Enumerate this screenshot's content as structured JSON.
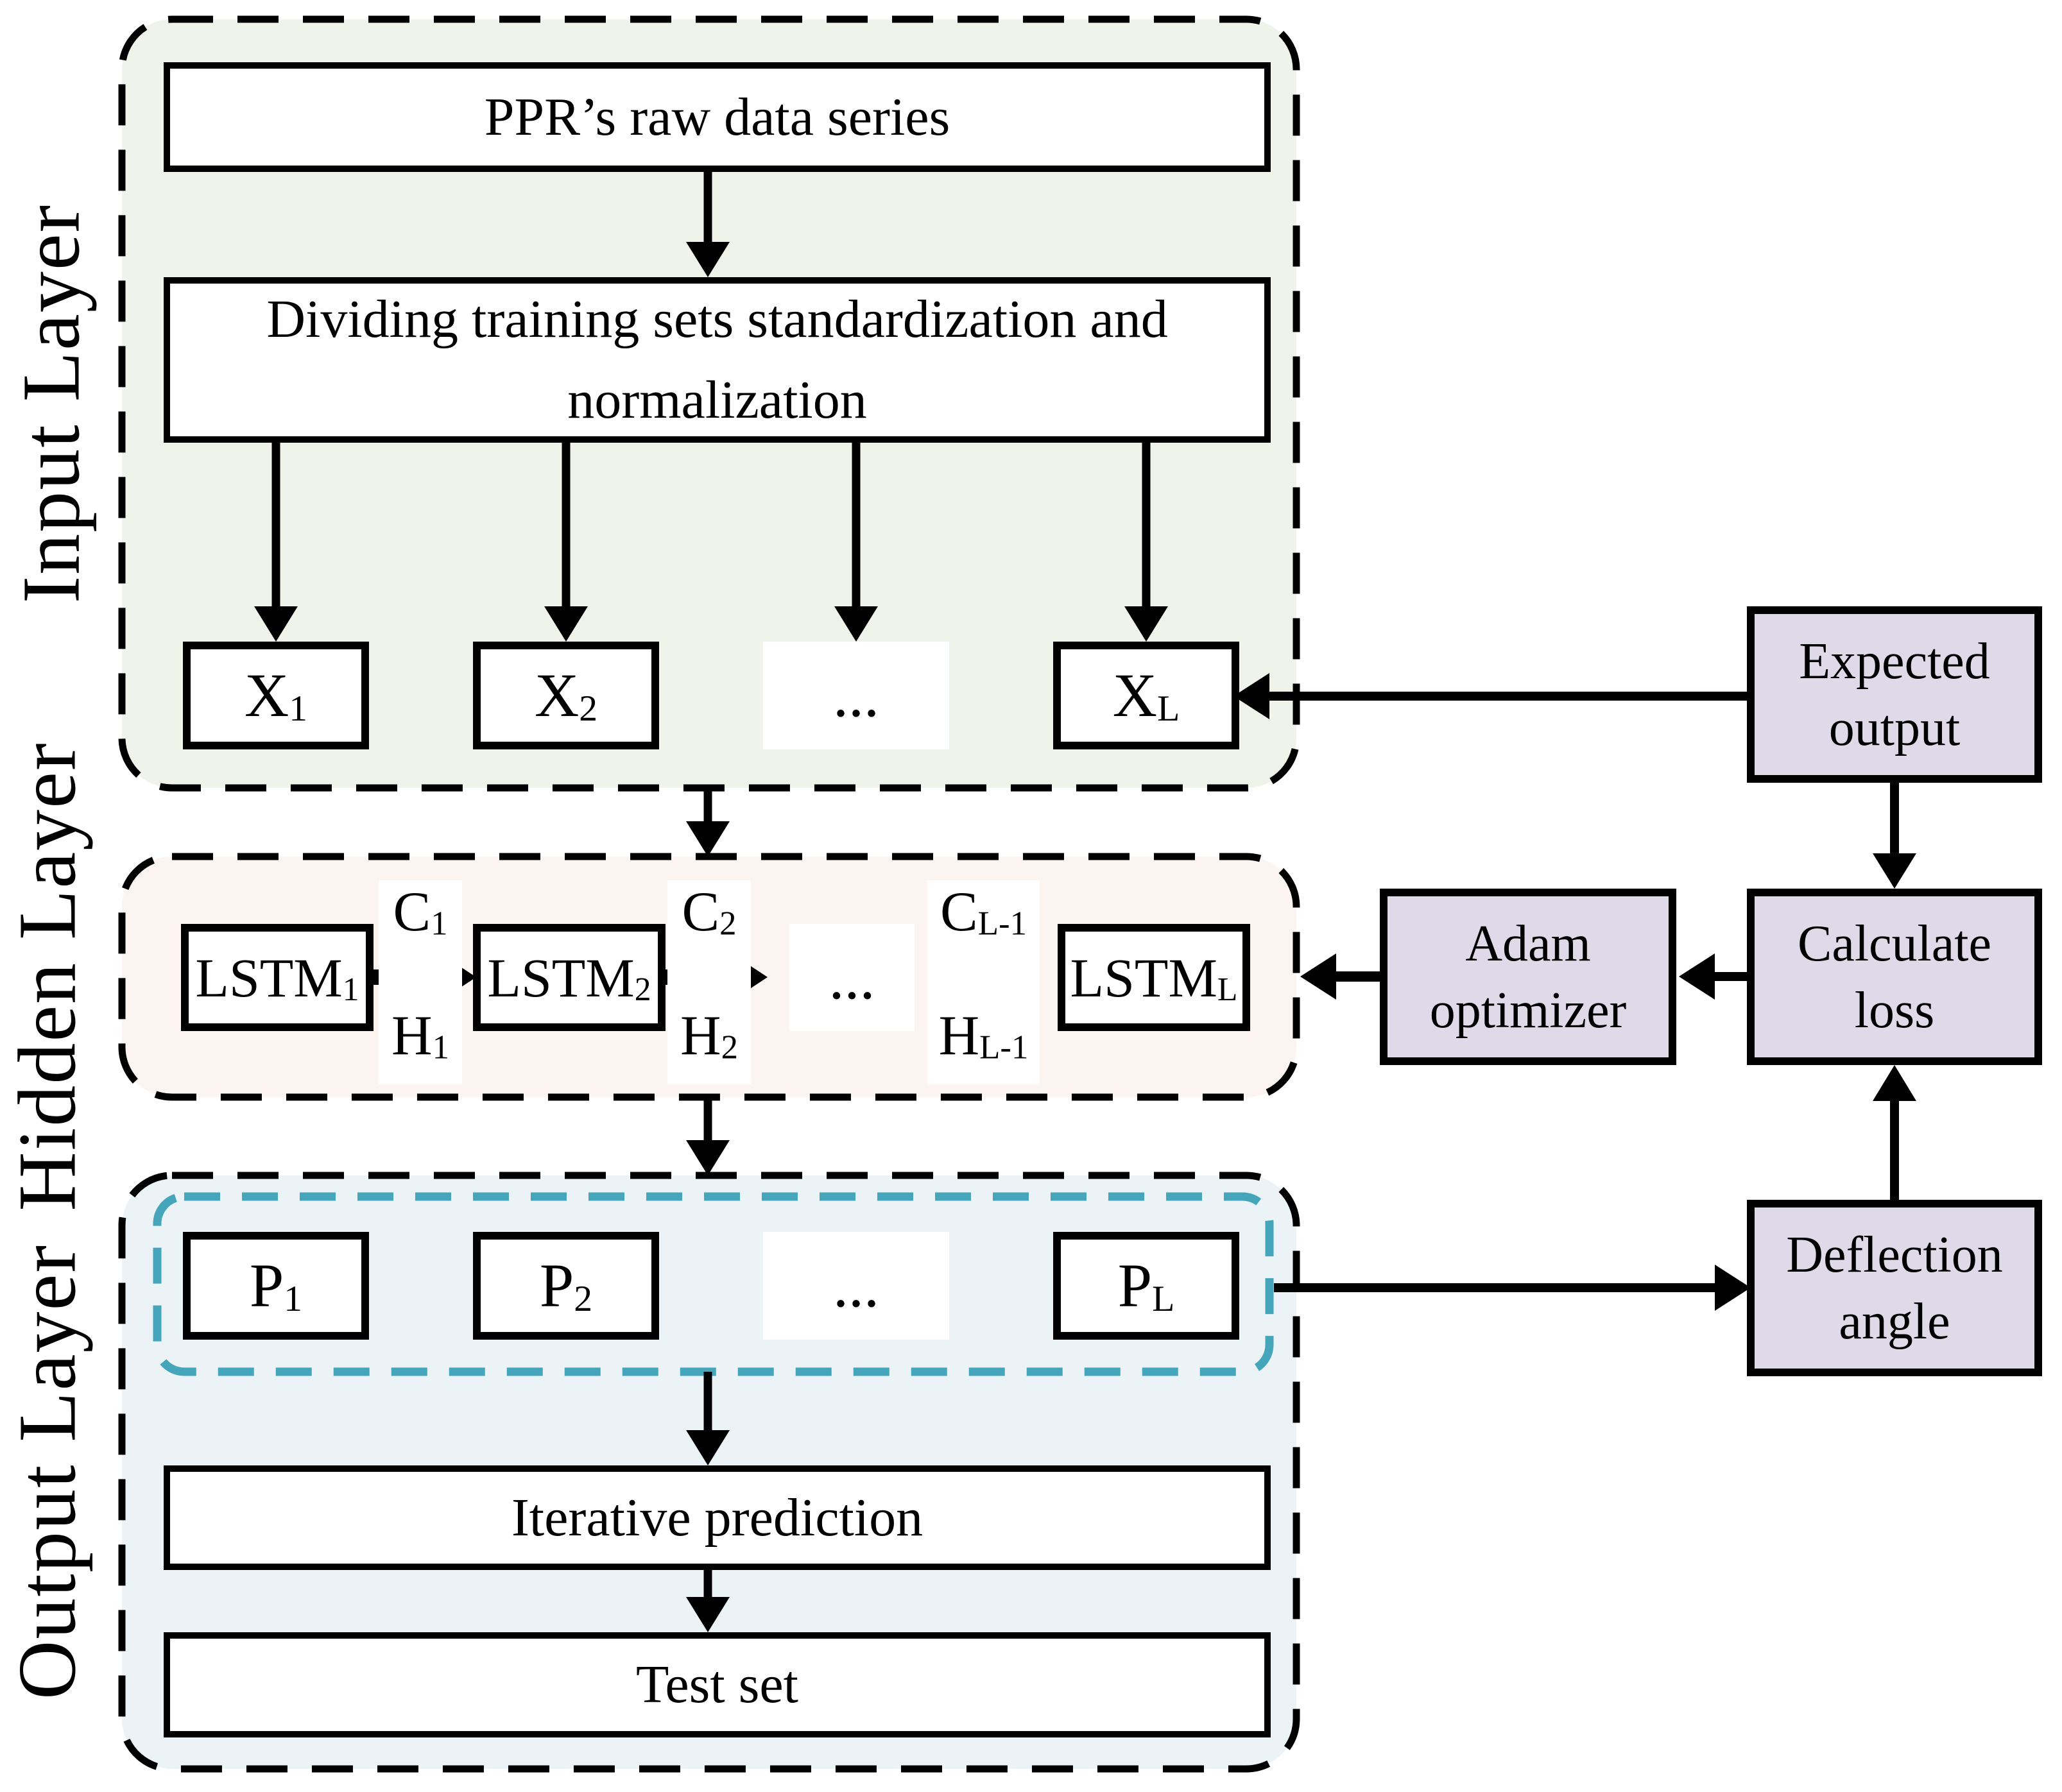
{
  "layers": {
    "input": {
      "label": "Input Layer",
      "raw_data_box": "PPR’s raw data series",
      "dividing_box": "Dividing training sets standardization and\nnormalization",
      "nodes": [
        {
          "base": "X",
          "sub": "1"
        },
        {
          "base": "X",
          "sub": "2"
        },
        {
          "base": "...",
          "sub": ""
        },
        {
          "base": "X",
          "sub": "L"
        }
      ]
    },
    "hidden": {
      "label": "Hidden Layer",
      "cells": [
        {
          "base": "LSTM",
          "sub": "1"
        },
        {
          "base": "LSTM",
          "sub": "2"
        },
        {
          "base": "...",
          "sub": ""
        },
        {
          "base": "LSTM",
          "sub": "L"
        }
      ],
      "cell_states": [
        {
          "c": "C",
          "c_sub": "1",
          "h": "H",
          "h_sub": "1"
        },
        {
          "c": "C",
          "c_sub": "2",
          "h": "H",
          "h_sub": "2"
        },
        {
          "c": "C",
          "c_sub": "L-1",
          "h": "H",
          "h_sub": "L-1"
        }
      ]
    },
    "output": {
      "label": "Output Layer",
      "nodes": [
        {
          "base": "P",
          "sub": "1"
        },
        {
          "base": "P",
          "sub": "2"
        },
        {
          "base": "...",
          "sub": ""
        },
        {
          "base": "P",
          "sub": "L"
        }
      ],
      "iterative_box": "Iterative prediction",
      "test_box": "Test set"
    }
  },
  "training_loop": {
    "expected_output": "Expected\noutput",
    "calculate_loss": "Calculate\nloss",
    "adam_optimizer": "Adam\noptimizer",
    "deflection_angle": "Deflection\nangle"
  },
  "colors": {
    "input_fill": "#f0f3ea",
    "hidden_fill": "#fcf4f0",
    "output_fill": "#ecf3f7",
    "loop_fill": "#dfdae8",
    "teal_accent": "#45a5bb",
    "line": "#000000"
  }
}
